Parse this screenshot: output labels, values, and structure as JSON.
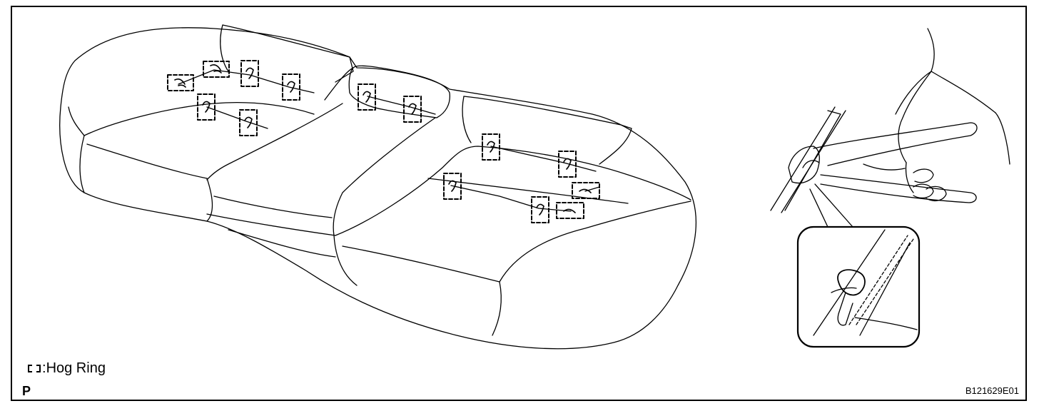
{
  "legend": {
    "symbol_icon": "dashed-square-icon",
    "separator": ":",
    "label": "Hog Ring"
  },
  "view_code": "P",
  "figure_id": "B121629E01",
  "colors": {
    "line": "#000000",
    "background": "#ffffff"
  }
}
